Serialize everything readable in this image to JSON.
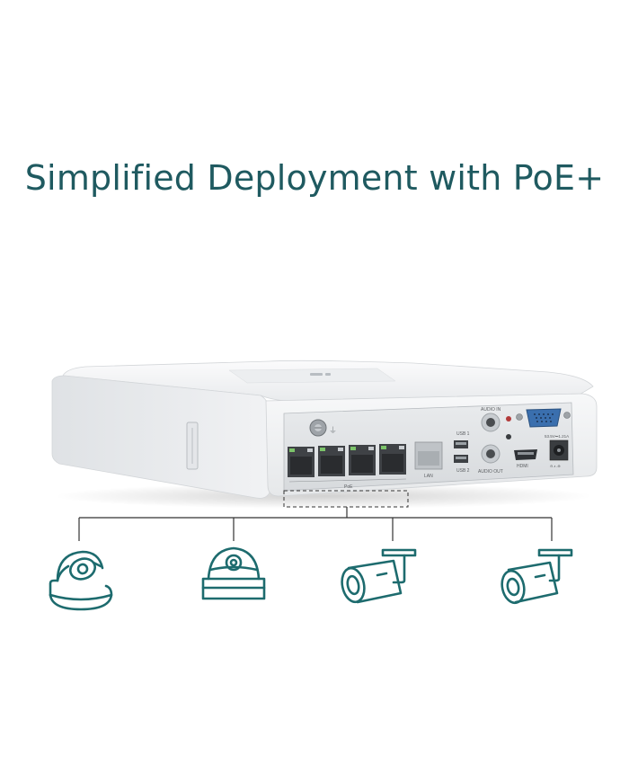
{
  "headline": "Simplified Deployment with PoE+",
  "colors": {
    "headline": "#1f5a60",
    "icon_teal": "#1d6b6e",
    "connector": "#333333",
    "device_body": "#f4f5f6"
  },
  "device": {
    "port_labels": {
      "poe": "PoE",
      "lan": "LAN",
      "usb1": "USB 1",
      "usb2": "USB 2",
      "audio_in": "AUDIO IN",
      "audio_out": "AUDIO OUT",
      "hdmi": "HDMI",
      "power": "53.5V⎓1.21A"
    }
  },
  "cameras": [
    {
      "icon": "turret-camera-icon"
    },
    {
      "icon": "dome-camera-icon"
    },
    {
      "icon": "bullet-camera-icon"
    },
    {
      "icon": "bullet-camera-icon"
    }
  ]
}
